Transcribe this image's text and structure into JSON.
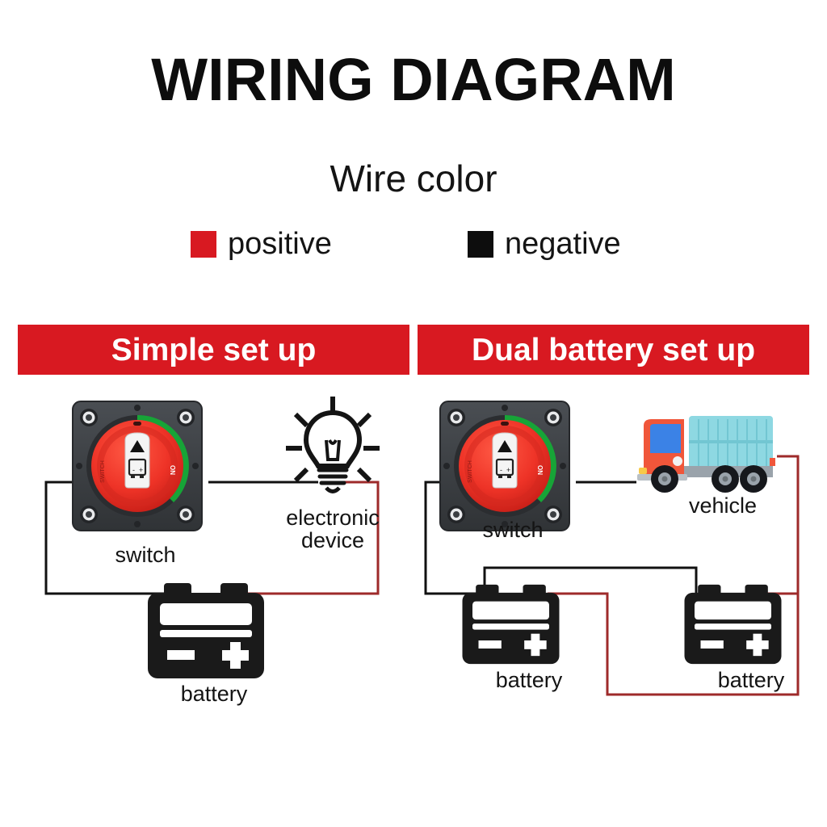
{
  "page": {
    "title": "WIRING DIAGRAM",
    "background_color": "#ffffff"
  },
  "legend": {
    "heading": "Wire color",
    "items": [
      {
        "label": "positive",
        "color": "#d81921",
        "icon": "red-square-swatch"
      },
      {
        "label": "negative",
        "color": "#0d0d0d",
        "icon": "black-square-swatch"
      }
    ]
  },
  "panels": [
    {
      "id": "simple",
      "header": "Simple set up",
      "header_bg": "#d81921",
      "header_text_color": "#ffffff",
      "components": [
        {
          "id": "switch",
          "label": "switch",
          "icon": "battery-disconnect-switch-icon"
        },
        {
          "id": "device",
          "label": "electronic\ndevice",
          "icon": "light-bulb-icon"
        },
        {
          "id": "battery",
          "label": "battery",
          "icon": "battery-icon"
        }
      ],
      "wires": [
        {
          "from": "switch-left-terminal",
          "to": "battery-negative",
          "polarity": "negative",
          "color": "#111111"
        },
        {
          "from": "switch-right-terminal",
          "to": "device-left",
          "polarity": "negative",
          "color": "#111111"
        },
        {
          "from": "device-right",
          "to": "battery-positive",
          "polarity": "positive",
          "color": "#9e2a2a"
        }
      ]
    },
    {
      "id": "dual",
      "header": "Dual battery set up",
      "header_bg": "#d81921",
      "header_text_color": "#ffffff",
      "components": [
        {
          "id": "switch",
          "label": "switch",
          "icon": "battery-disconnect-switch-icon"
        },
        {
          "id": "vehicle",
          "label": "vehicle",
          "icon": "truck-icon"
        },
        {
          "id": "battery1",
          "label": "battery",
          "icon": "battery-icon"
        },
        {
          "id": "battery2",
          "label": "battery",
          "icon": "battery-icon"
        }
      ],
      "wires": [
        {
          "from": "switch-left-terminal",
          "to": "battery1-negative",
          "polarity": "negative",
          "color": "#111111"
        },
        {
          "from": "battery1-negative",
          "to": "battery2-negative",
          "polarity": "negative",
          "color": "#111111"
        },
        {
          "from": "switch-right-terminal",
          "to": "vehicle-front",
          "polarity": "negative",
          "color": "#111111"
        },
        {
          "from": "vehicle-rear",
          "to": "battery2-positive",
          "polarity": "positive",
          "color": "#9e2a2a"
        },
        {
          "from": "battery1-positive",
          "to": "battery2-positive",
          "polarity": "positive",
          "color": "#9e2a2a"
        }
      ]
    }
  ],
  "switch_device": {
    "body_color": "#3c3f43",
    "dial_color": "#e8322a",
    "on_arc_color": "#17a437",
    "knob_color": "#f2f2f2",
    "arc_label": "ON",
    "knob_icon": "battery-knob-icon",
    "pointer_icon": "triangle-pointer-icon",
    "terminal_minus": "-",
    "terminal_plus": "+"
  },
  "battery_device": {
    "body_color": "#1a1a1a",
    "terminal_minus": "-",
    "terminal_plus": "+"
  },
  "vehicle_device": {
    "cab_color": "#f0563a",
    "container_color": "#8ed8e2",
    "window_color": "#3b82e6",
    "chassis_color": "#9aa3ab",
    "wheel_color": "#16181c"
  }
}
